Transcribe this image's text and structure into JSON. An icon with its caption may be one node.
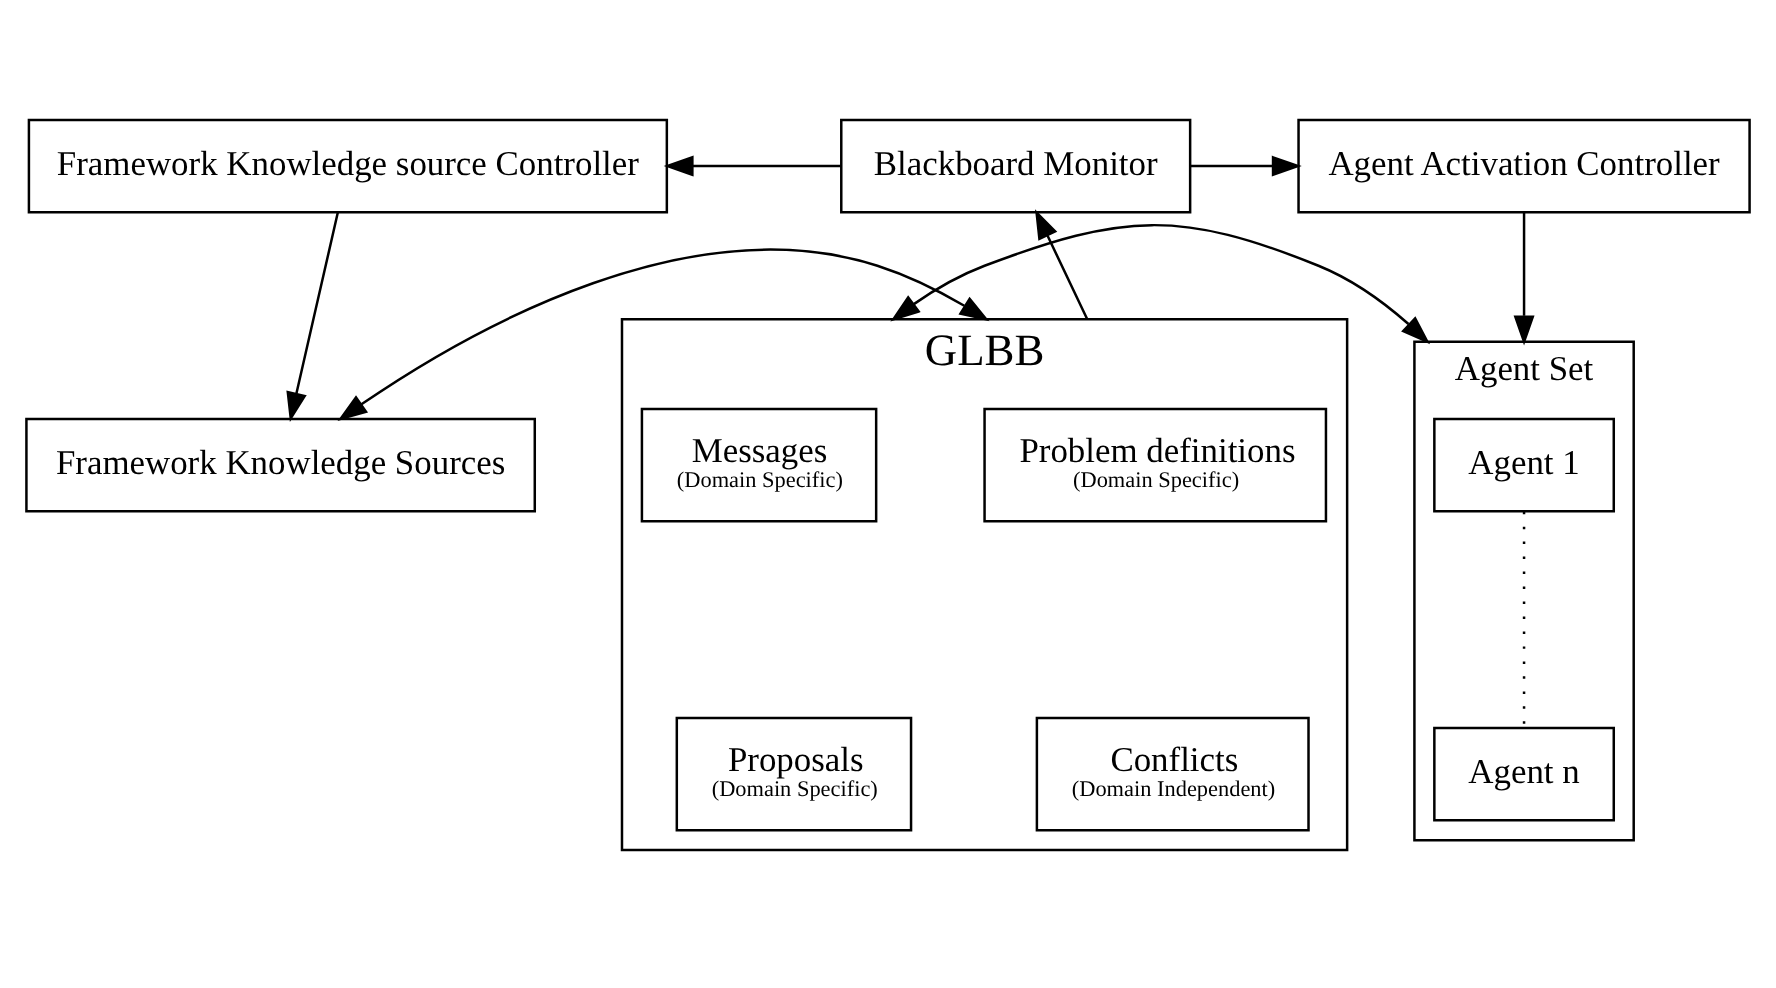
{
  "diagram": {
    "nodes": [
      {
        "text": [
          "Framework Knowledge source Controller"
        ]
      },
      {
        "text": [
          "Blackboard Monitor"
        ]
      },
      {
        "text": [
          "Agent Activation Controller"
        ]
      },
      {
        "text": [
          "Framework Knowledge Sources"
        ]
      },
      {
        "text": [
          "GLBB"
        ]
      },
      {
        "text": [
          "Problem definitions",
          "(Domain Specific)"
        ],
        "in": 4
      },
      {
        "text": [
          "Messages",
          "(Domain Specific)"
        ],
        "in": 4
      },
      {
        "text": [
          "Conflicts",
          "(Domain Independent)"
        ],
        "in": 4
      },
      {
        "text": [
          "Proposals",
          "(Domain Specific)"
        ],
        "in": 4
      },
      {
        "text": [
          "Agent Set"
        ]
      },
      {
        "text": [
          "Agent 1"
        ],
        "in": 9
      },
      {
        "text": [
          "Agent n"
        ],
        "in": 9
      }
    ],
    "edges": [
      {
        "from": 1,
        "to": 0,
        "arrow": "to"
      },
      {
        "from": 1,
        "to": 2,
        "arrow": "to"
      },
      {
        "from": 2,
        "to": 9,
        "arrow": "to"
      },
      {
        "from": 0,
        "to": 3,
        "arrow": "to"
      },
      {
        "from": 4,
        "to": 1,
        "arrow": "to"
      },
      {
        "from": 3,
        "to": 4,
        "arrow": "both"
      },
      {
        "from": 4,
        "to": 9,
        "arrow": "both"
      },
      {
        "from": 10,
        "to": 11,
        "arrow": "none",
        "style": "dashed"
      }
    ]
  }
}
